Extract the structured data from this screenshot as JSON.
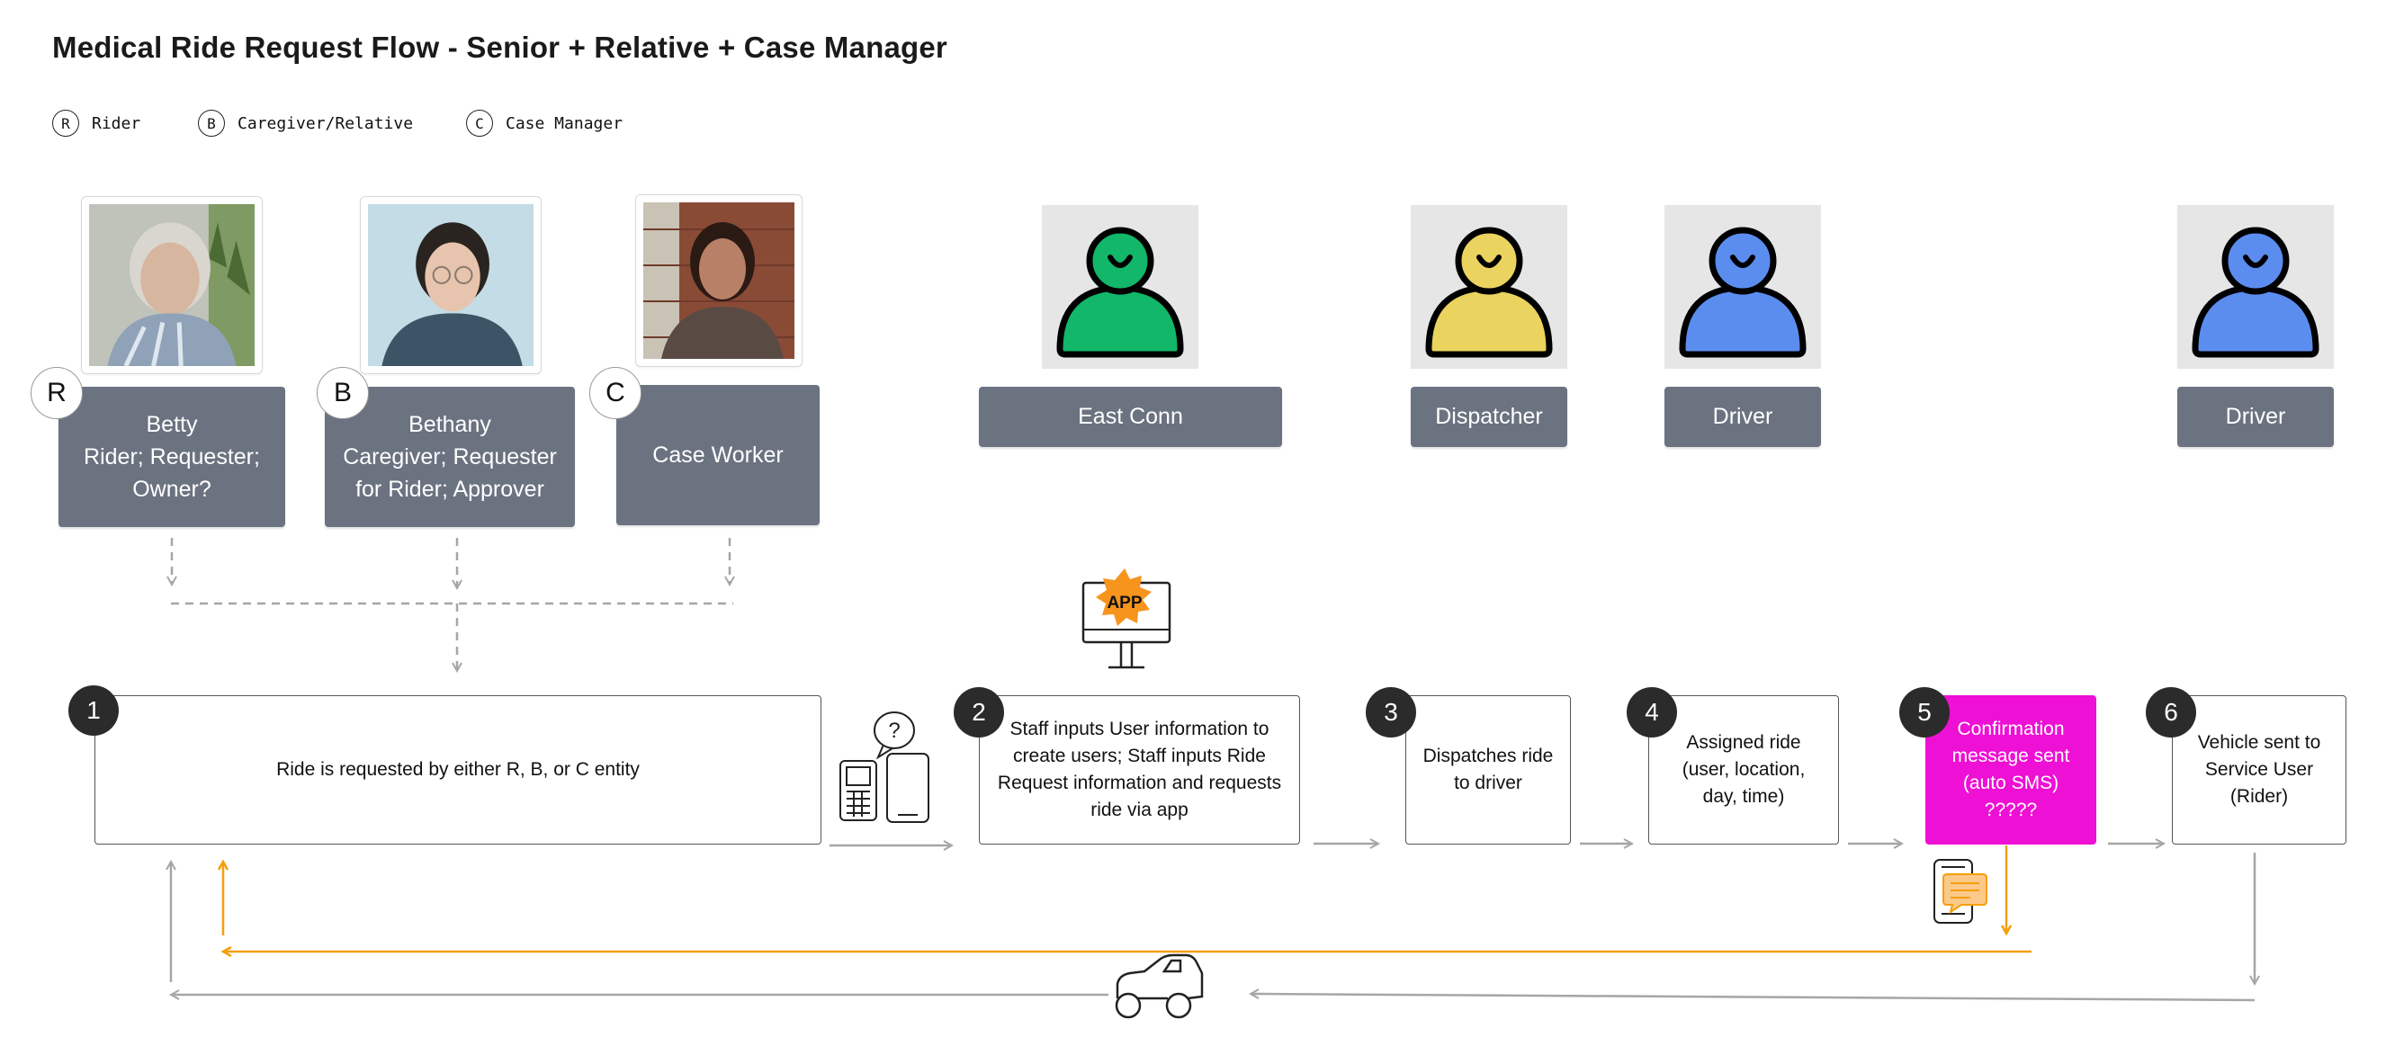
{
  "title": "Medical Ride Request Flow - Senior + Relative + Case Manager",
  "legend": [
    {
      "badge": "R",
      "label": "Rider"
    },
    {
      "badge": "B",
      "label": "Caregiver/Relative"
    },
    {
      "badge": "C",
      "label": "Case Manager"
    }
  ],
  "personas": [
    {
      "badge": "R",
      "lines": [
        "Betty",
        "Rider; Requester;",
        "Owner?"
      ]
    },
    {
      "badge": "B",
      "lines": [
        "Bethany",
        "Caregiver; Requester",
        "for Rider; Approver"
      ]
    },
    {
      "badge": "C",
      "lines": [
        "Case Worker"
      ]
    }
  ],
  "roles": [
    {
      "label": "East Conn",
      "avatar_color": "#12b76a"
    },
    {
      "label": "Dispatcher",
      "avatar_color": "#ead35e"
    },
    {
      "label": "Driver",
      "avatar_color": "#5b8def"
    },
    {
      "label": "Driver",
      "avatar_color": "#5b8def"
    }
  ],
  "app_badge": "APP",
  "steps": [
    {
      "num": "1",
      "lines": [
        "Ride is requested by either R, B, or C entity"
      ]
    },
    {
      "num": "2",
      "lines": [
        "Staff inputs User information to",
        "create users; Staff inputs Ride",
        "Request information and requests",
        "ride via app"
      ]
    },
    {
      "num": "3",
      "lines": [
        "Dispatches ride",
        "to driver"
      ]
    },
    {
      "num": "4",
      "lines": [
        "Assigned ride",
        "(user, location,",
        "day, time)"
      ]
    },
    {
      "num": "5",
      "lines": [
        "Confirmation",
        "message sent",
        "(auto SMS)",
        "?????"
      ]
    },
    {
      "num": "6",
      "lines": [
        "Vehicle sent to",
        "Service User",
        "(Rider)"
      ]
    }
  ],
  "question_mark": "?",
  "colors": {
    "card_gray": "#6b7280",
    "highlight_magenta": "#ee10d4",
    "arrow_gray": "#a6a6a6",
    "arrow_orange": "#f59e0b"
  }
}
